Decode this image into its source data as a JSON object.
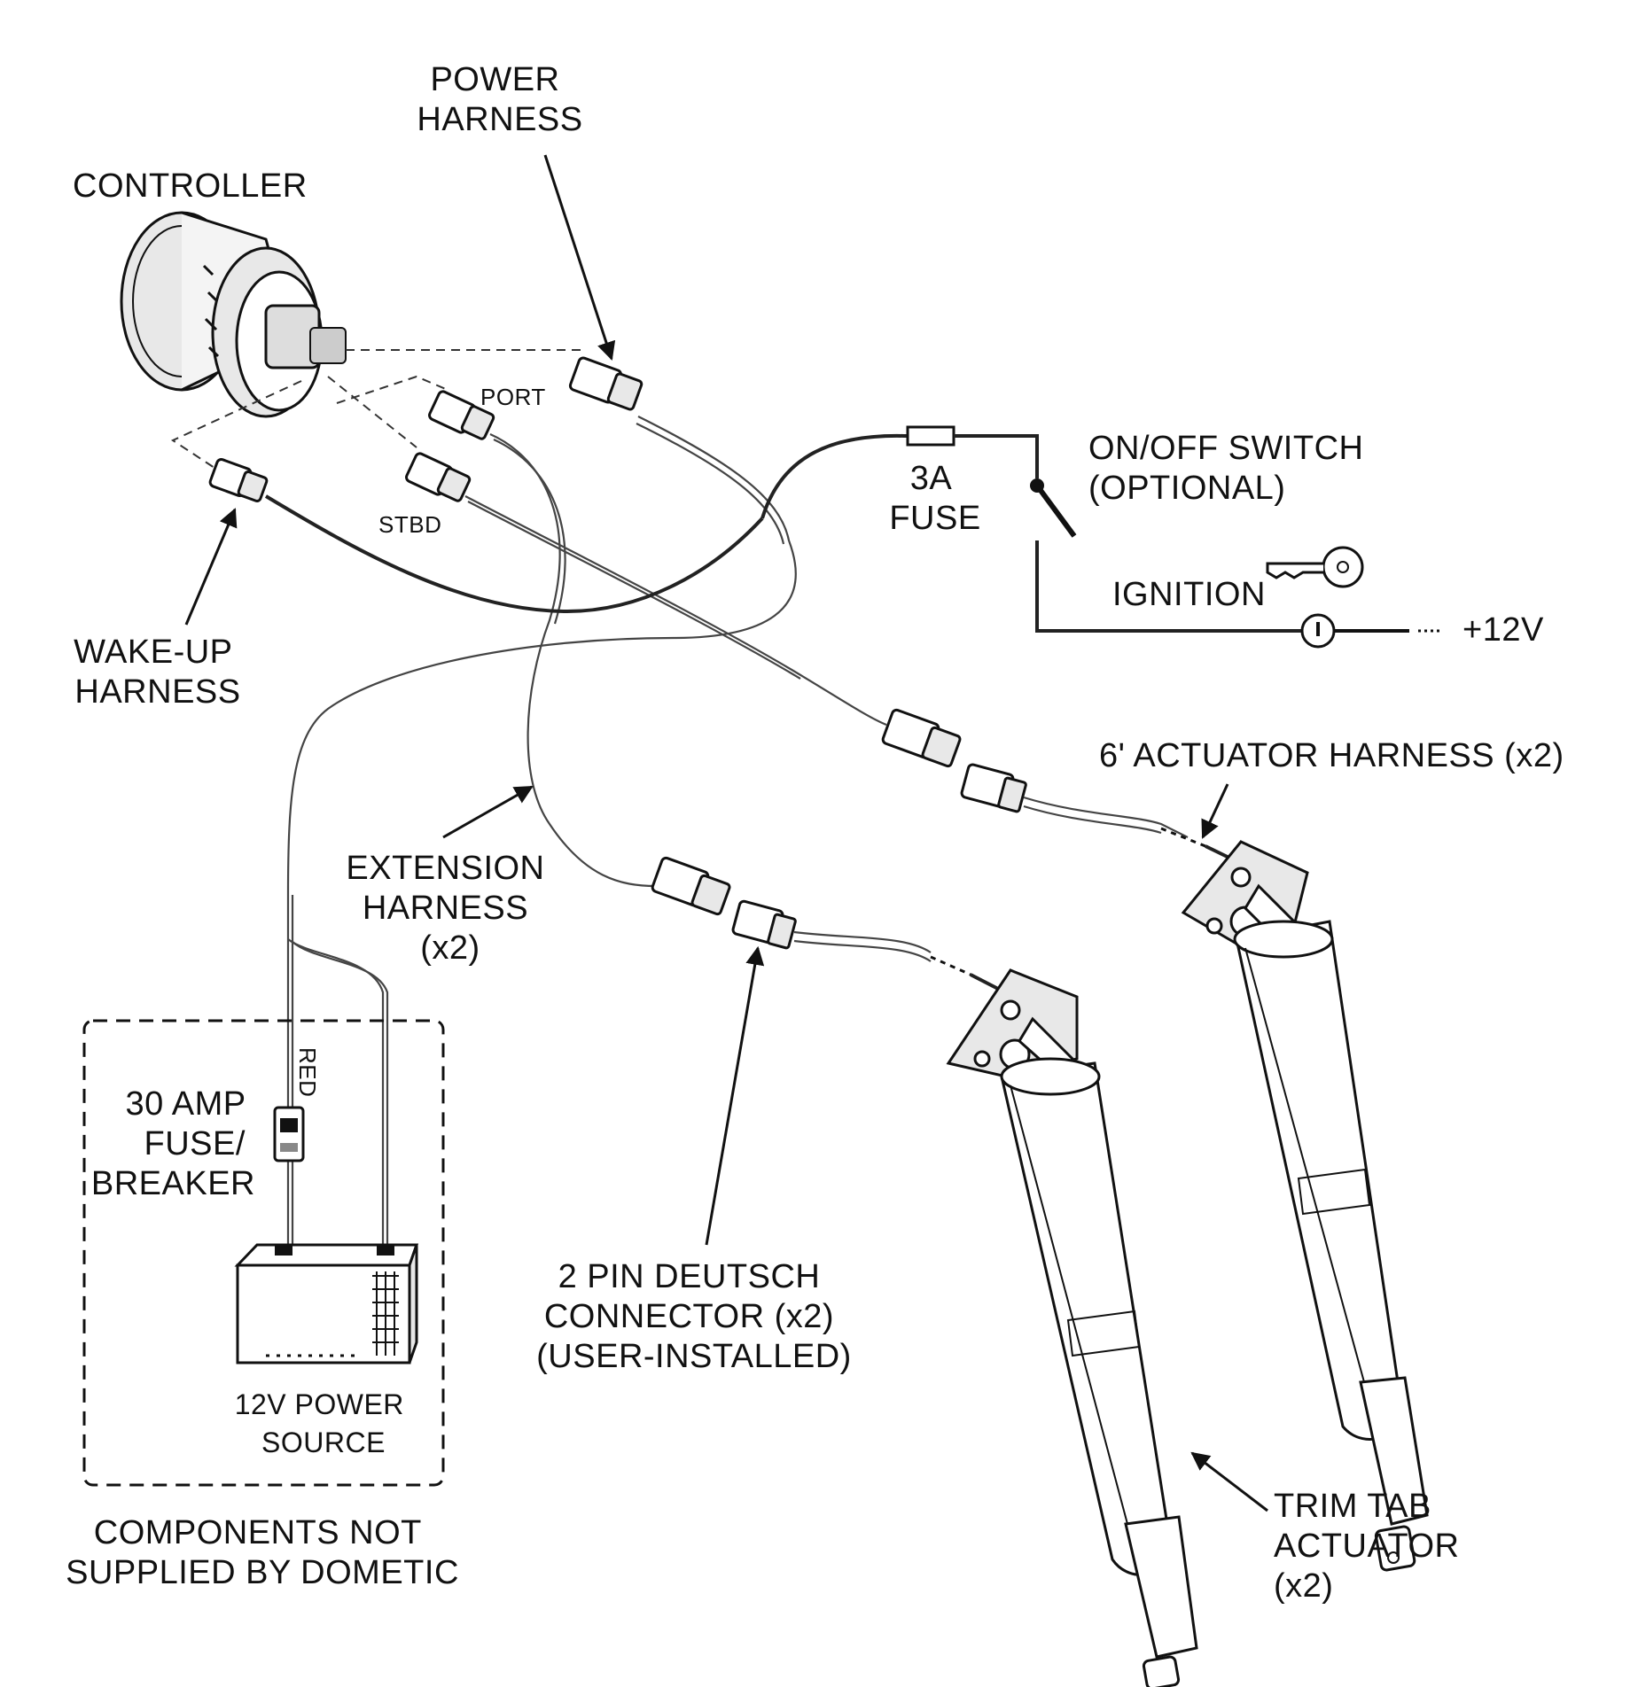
{
  "labels": {
    "power_harness": [
      "POWER",
      "HARNESS"
    ],
    "controller": "CONTROLLER",
    "port": "PORT",
    "stbd": "STBD",
    "fuse_3a": [
      "3A",
      "FUSE"
    ],
    "on_off_switch": [
      "ON/OFF SWITCH",
      "(OPTIONAL)"
    ],
    "ignition": "IGNITION",
    "plus_12v": "+12V",
    "wake_up_harness": [
      "WAKE-UP",
      "HARNESS"
    ],
    "actuator_harness": "6' ACTUATOR HARNESS (x2)",
    "extension_harness": [
      "EXTENSION",
      "HARNESS",
      "(x2)"
    ],
    "red": "RED",
    "fuse_breaker": [
      "30 AMP",
      "FUSE/",
      "BREAKER"
    ],
    "power_source": [
      "12V POWER",
      "SOURCE"
    ],
    "deutsch_connector": [
      "2 PIN DEUTSCH",
      "CONNECTOR (x2)",
      "(USER-INSTALLED)"
    ],
    "trim_tab_actuator": [
      "TRIM TAB",
      "ACTUATOR",
      "(x2)"
    ],
    "not_supplied": [
      "COMPONENTS NOT",
      "SUPPLIED BY DOMETIC"
    ]
  },
  "colors": {
    "ink": "#111111",
    "background": "#ffffff",
    "shade": "#e8e8e8"
  }
}
